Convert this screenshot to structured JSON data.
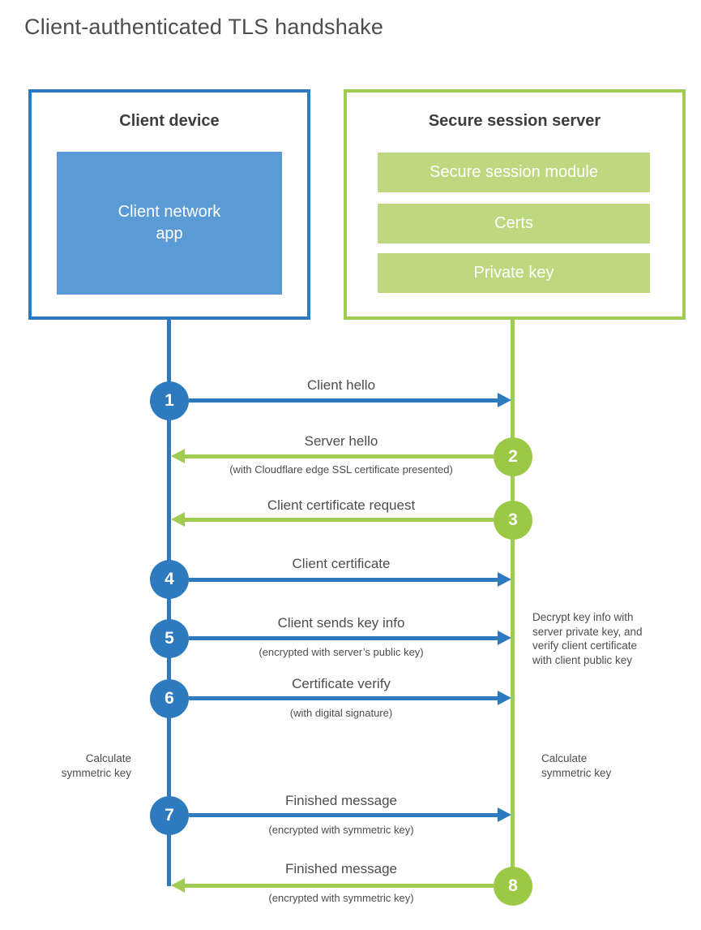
{
  "diagram": {
    "title": "Client-authenticated TLS handshake",
    "colors": {
      "client_blue": "#2e7abf",
      "client_fill_blue": "#5b9bd5",
      "server_green": "#a0cc52",
      "server_fill_green": "#bdd87f",
      "text_gray": "#4d4d4d"
    }
  },
  "client": {
    "title": "Client device",
    "app_label": "Client network\napp"
  },
  "server": {
    "title": "Secure session server",
    "modules": [
      "Secure session module",
      "Certs",
      "Private key"
    ]
  },
  "steps": [
    {
      "number": "1",
      "actor": "client",
      "direction": "right",
      "label": "Client hello",
      "sublabel": ""
    },
    {
      "number": "2",
      "actor": "server",
      "direction": "left",
      "label": "Server hello",
      "sublabel": "(with Cloudflare edge SSL certificate presented)"
    },
    {
      "number": "3",
      "actor": "server",
      "direction": "left",
      "label": "Client certificate request",
      "sublabel": ""
    },
    {
      "number": "4",
      "actor": "client",
      "direction": "right",
      "label": "Client certificate",
      "sublabel": ""
    },
    {
      "number": "5",
      "actor": "client",
      "direction": "right",
      "label": "Client sends key info",
      "sublabel": "(encrypted with server’s public key)"
    },
    {
      "number": "6",
      "actor": "client",
      "direction": "right",
      "label": "Certificate verify",
      "sublabel": "(with digital signature)"
    },
    {
      "number": "7",
      "actor": "client",
      "direction": "right",
      "label": "Finished message",
      "sublabel": "(encrypted with symmetric key)"
    },
    {
      "number": "8",
      "actor": "server",
      "direction": "left",
      "label": "Finished message",
      "sublabel": "(encrypted with symmetric key)"
    }
  ],
  "notes": {
    "decrypt": "Decrypt key info with\nserver private key, and\nverify client certificate\nwith client public key",
    "calc_left": "Calculate\nsymmetric key",
    "calc_right": "Calculate\nsymmetric key"
  }
}
